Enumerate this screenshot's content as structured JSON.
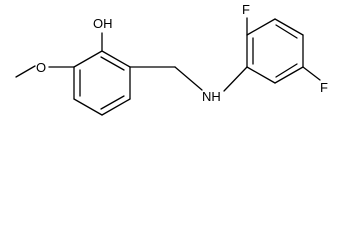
{
  "atoms": {
    "hydroxyl": "OH",
    "methoxy_oxygen": "O",
    "amine": "NH",
    "fluorine_ortho": "F",
    "fluorine_meta": "F"
  }
}
